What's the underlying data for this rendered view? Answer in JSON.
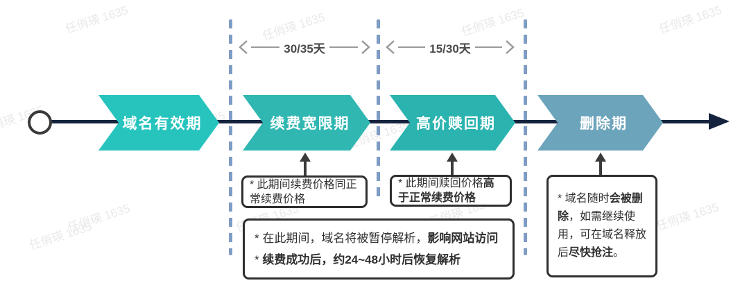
{
  "watermark": {
    "text": "任俏瑛 1635"
  },
  "timeline": {
    "line_color": "#15233E",
    "stages": [
      {
        "label": "域名有效期",
        "color": "#27C4BE"
      },
      {
        "label": "续费宽限期",
        "color": "#30B7B2"
      },
      {
        "label": "高价赎回期",
        "color": "#2BB3AF"
      },
      {
        "label": "删除期",
        "color": "#6CA4BB"
      }
    ]
  },
  "durations": [
    {
      "label": "30/35天"
    },
    {
      "label": "15/30天"
    }
  ],
  "dividers": {
    "color": "#7E9CC5"
  },
  "notes": {
    "renewal_grace": {
      "lines": [
        [
          {
            "t": "* 此期间续费价格同正"
          }
        ],
        [
          {
            "t": "常续费价格"
          }
        ]
      ]
    },
    "redemption": {
      "lines": [
        [
          {
            "t": "* 此期间赎回价格"
          },
          {
            "t": "高",
            "b": true
          }
        ],
        [
          {
            "t": "于正常续费价格",
            "b": true
          }
        ]
      ]
    },
    "suspension": {
      "lines": [
        [
          {
            "t": "* 在此期间，域名将被暂停解析，"
          },
          {
            "t": "影响网站访问",
            "b": true
          }
        ],
        [
          {
            "t": "* "
          },
          {
            "t": "续费成功后，约24~48小时后恢复解析",
            "b": true
          }
        ]
      ]
    },
    "deletion": {
      "lines": [
        [
          {
            "t": "* 域名随时"
          },
          {
            "t": "会被删",
            "b": true
          }
        ],
        [
          {
            "t": "除",
            "b": true
          },
          {
            "t": "，如需继续使"
          }
        ],
        [
          {
            "t": "用，可在域名释放"
          }
        ],
        [
          {
            "t": "后"
          },
          {
            "t": "尽快抢注",
            "b": true
          },
          {
            "t": "。"
          }
        ]
      ]
    }
  }
}
